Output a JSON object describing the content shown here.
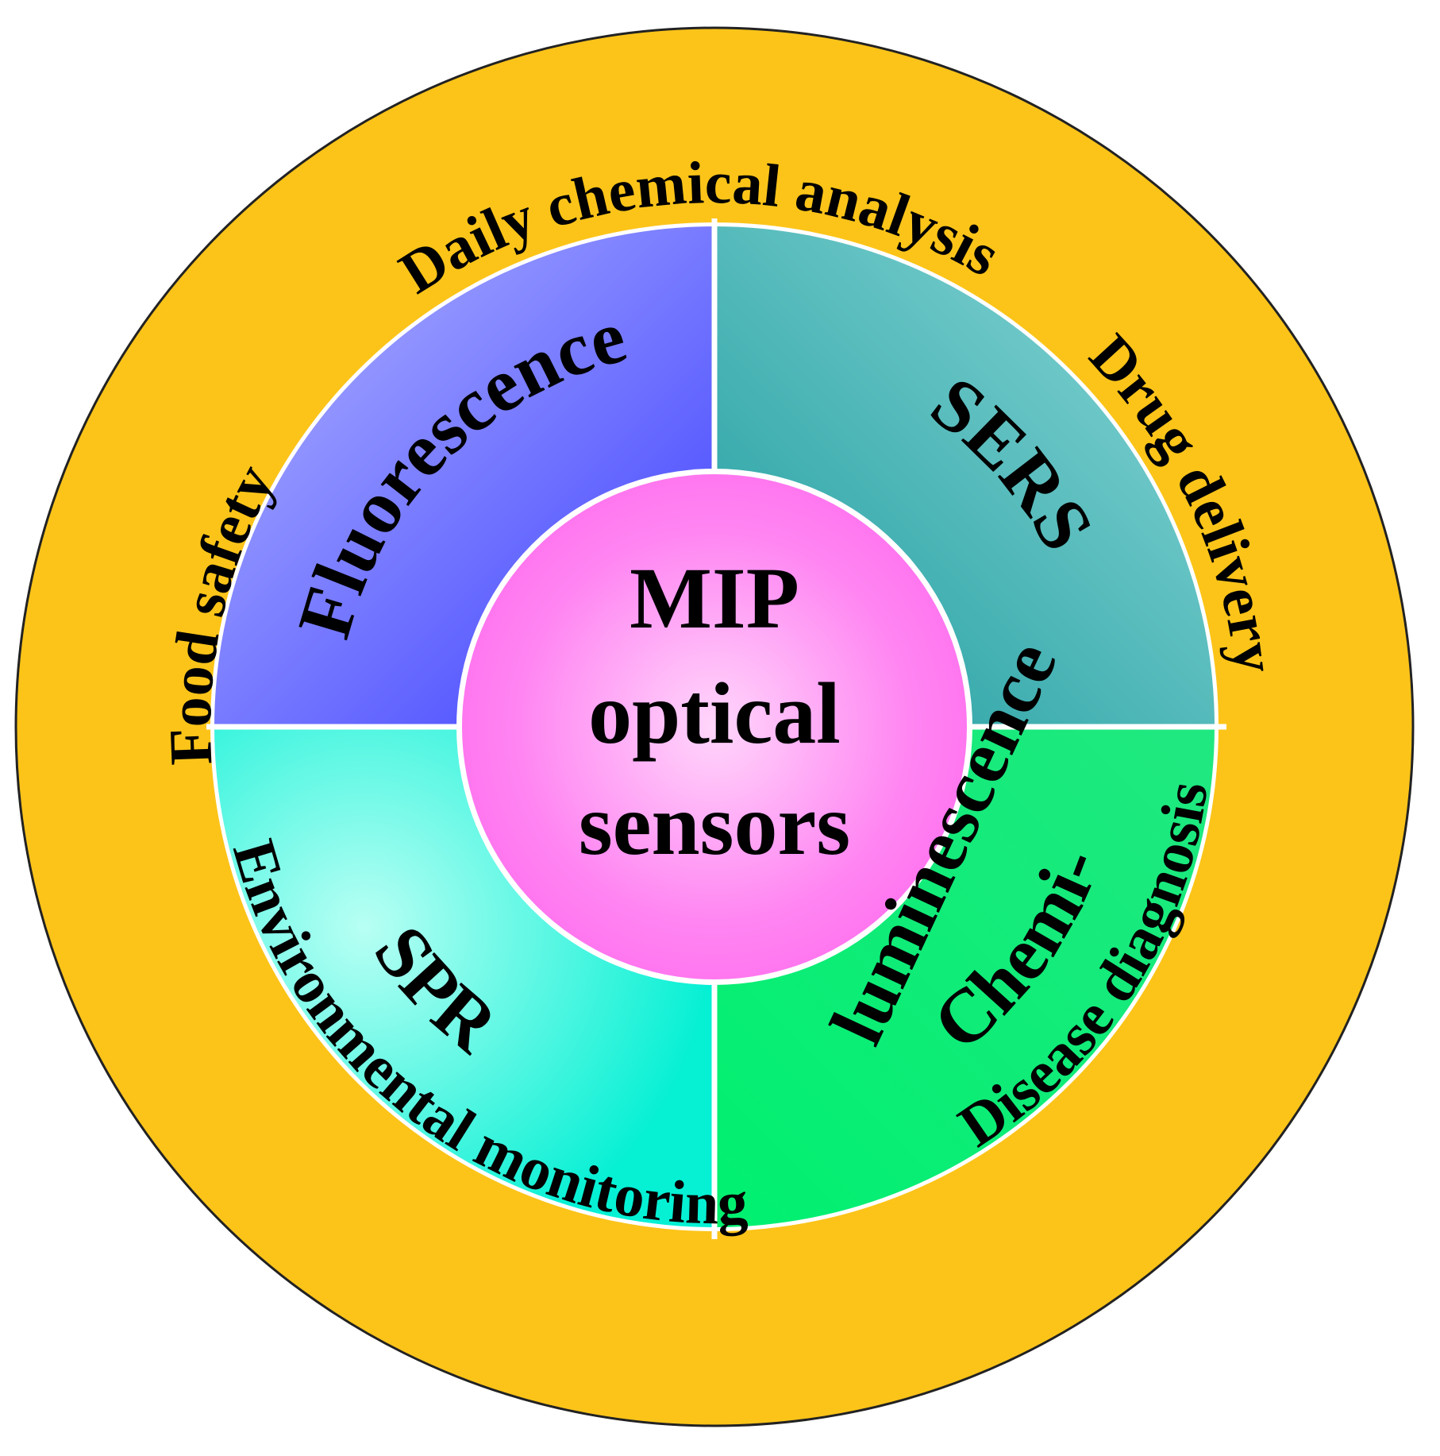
{
  "center": {
    "lines": [
      "MIP",
      "optical",
      "sensors"
    ],
    "color": "#ff7ff0"
  },
  "techniques": {
    "fluorescence": {
      "label": "Fluorescence",
      "color": "#5a5cff"
    },
    "sers": {
      "label": "SERS",
      "color": "#3fb8b8"
    },
    "spr": {
      "label": "SPR",
      "color": "#22f0dc"
    },
    "chemiluminescence": {
      "label1": "Chemi-",
      "label2": "luminescence",
      "color": "#22ee78"
    }
  },
  "applications": {
    "daily_chemical_analysis": "Daily chemical analysis",
    "drug_delivery": "Drug delivery",
    "disease_diagnosis": "Disease diagnosis",
    "environmental_monitoring": "Environmental monitoring",
    "food_safety": "Food safety"
  },
  "ring_color": "#fcc419"
}
